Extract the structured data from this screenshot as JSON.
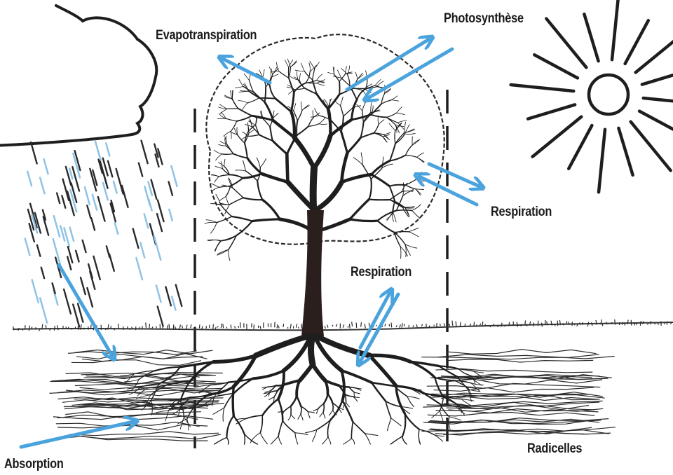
{
  "labels": {
    "evapotranspiration": "Evapotranspiration",
    "photosynthese": "Photosynthèse",
    "respiration_leaves": "Respiration",
    "respiration_roots": "Respiration",
    "absorption": "Absorption",
    "radicelles": "Radicelles"
  },
  "colors": {
    "arrow": "#4aa3dc",
    "arrow_light": "#9ecbe9",
    "ink": "#1e1e1e",
    "trunk": "#2b1f1d"
  },
  "icons": [
    "cloud-icon",
    "rain-icon",
    "sun-icon",
    "tree-icon",
    "roots-icon"
  ]
}
